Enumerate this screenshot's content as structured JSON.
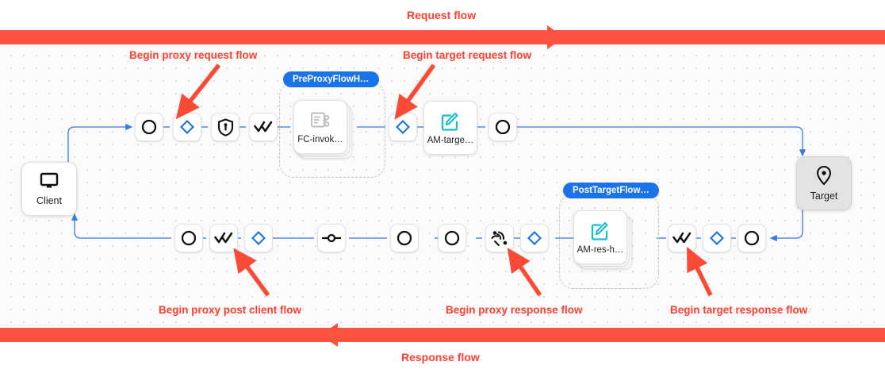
{
  "banners": {
    "request_label": "Request flow",
    "response_label": "Response flow",
    "color": "#fd5240"
  },
  "annotations": {
    "color": "#fd4030",
    "items": [
      {
        "id": "proxy-request",
        "label": "Begin proxy request flow"
      },
      {
        "id": "target-request",
        "label": "Begin target request flow"
      },
      {
        "id": "post-client",
        "label": "Begin proxy post client flow"
      },
      {
        "id": "proxy-response",
        "label": "Begin proxy response flow"
      },
      {
        "id": "target-response",
        "label": "Begin target response flow"
      }
    ]
  },
  "endpoints": [
    {
      "id": "client",
      "label": "Client",
      "icon": "monitor-icon"
    },
    {
      "id": "target",
      "label": "Target",
      "icon": "location-pin-icon"
    }
  ],
  "flow_groups": [
    {
      "id": "preproxyflowhook",
      "label": "PreProxyFlowH…"
    },
    {
      "id": "posttargetflowhook",
      "label": "PostTargetFlow…"
    }
  ],
  "policies": [
    {
      "id": "fc-invoke",
      "label": "FC-invok…",
      "icon": "flow-callout-icon",
      "accent": "#bdbdbd",
      "stacked": true
    },
    {
      "id": "am-target",
      "label": "AM-targe…",
      "icon": "assign-message-icon",
      "accent": "#17bed0",
      "stacked": false
    },
    {
      "id": "am-res-h",
      "label": "AM-res-h…",
      "icon": "assign-message-icon",
      "accent": "#17bed0",
      "stacked": true
    }
  ],
  "request_row": [
    {
      "id": "req-step-1",
      "icon": "circle-icon",
      "accent": "#000000"
    },
    {
      "id": "req-step-2",
      "icon": "diamond-icon",
      "accent": "#1a73e8"
    },
    {
      "id": "req-step-3",
      "icon": "shield-lock-icon",
      "accent": "#000000"
    },
    {
      "id": "req-step-4",
      "icon": "double-check-icon",
      "accent": "#000000"
    },
    {
      "id": "req-step-5",
      "icon": "diamond-icon",
      "accent": "#1a73e8"
    },
    {
      "id": "req-step-6",
      "icon": "circle-icon",
      "accent": "#000000"
    }
  ],
  "response_row": [
    {
      "id": "res-step-1",
      "icon": "circle-icon",
      "accent": "#000000"
    },
    {
      "id": "res-step-2",
      "icon": "double-check-icon",
      "accent": "#000000"
    },
    {
      "id": "res-step-3",
      "icon": "diamond-icon",
      "accent": "#1a73e8"
    },
    {
      "id": "res-step-4",
      "icon": "node-link-icon",
      "accent": "#000000"
    },
    {
      "id": "res-step-5",
      "icon": "circle-icon",
      "accent": "#000000"
    },
    {
      "id": "res-step-6",
      "icon": "circle-icon",
      "accent": "#000000"
    },
    {
      "id": "res-step-7",
      "icon": "signal-icon",
      "accent": "#000000"
    },
    {
      "id": "res-step-8",
      "icon": "diamond-icon",
      "accent": "#1a73e8"
    },
    {
      "id": "res-step-9",
      "icon": "double-check-icon",
      "accent": "#000000"
    },
    {
      "id": "res-step-10",
      "icon": "diamond-icon",
      "accent": "#1a73e8"
    },
    {
      "id": "res-step-11",
      "icon": "circle-icon",
      "accent": "#000000"
    }
  ],
  "edge_color": "#3b78e7"
}
